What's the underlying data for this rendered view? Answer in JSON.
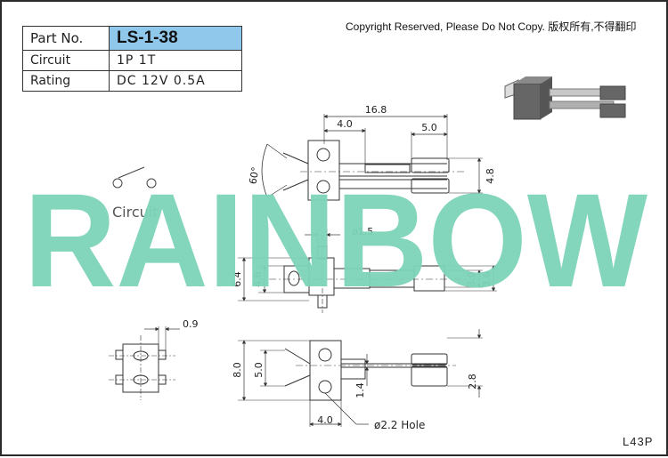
{
  "spec_table": {
    "part_no_label": "Part No.",
    "part_no_value": "LS-1-38",
    "circuit_label": "Circuit",
    "circuit_value": "1P 1T",
    "rating_label": "Rating",
    "rating_value": "DC 12V 0.5A"
  },
  "copyright": "Copyright Reserved, Please Do Not Copy. 版权所有,不得翻印",
  "watermark": "RAINBOW",
  "circuit_symbol_label": "Circuit",
  "dimensions": {
    "overall_length": "16.8",
    "tab_offset": "4.0",
    "tip_width": "5.0",
    "tip_height": "4.8",
    "angle": "60°",
    "pin_diameter": "ø1.5",
    "body_height_outer": "6.4",
    "body_height_inner": "4.6",
    "contact_height": "3.0",
    "contact_height_outer": "3.6",
    "side_thickness": "0.9",
    "frame_height": "8.0",
    "frame_inner": "5.0",
    "gap": "1.4",
    "tip_offset": "2.8",
    "bottom_width": "4.0",
    "hole": "ø2.2 Hole"
  },
  "drawing_code": "L43P",
  "colors": {
    "watermark": "#7dd4b8",
    "highlight": "#90c8ec",
    "line": "#333333"
  }
}
